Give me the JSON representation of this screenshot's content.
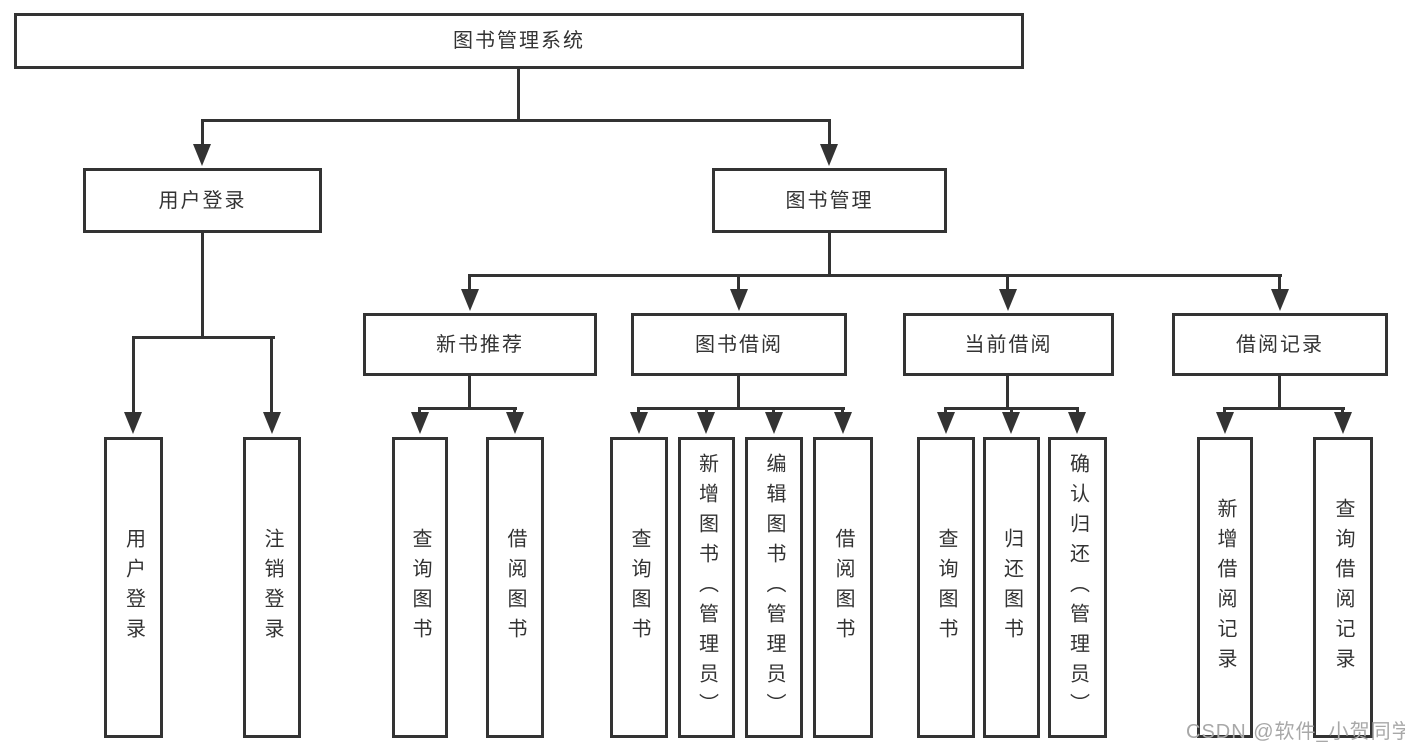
{
  "diagram": {
    "root_label": "图书管理系统",
    "level2": [
      {
        "label": "用户登录",
        "children": [
          "用户登录",
          "注销登录"
        ]
      },
      {
        "label": "图书管理"
      }
    ],
    "level3": [
      {
        "label": "新书推荐",
        "children": [
          "查询图书",
          "借阅图书"
        ]
      },
      {
        "label": "图书借阅",
        "children": [
          "查询图书",
          "新增图书（管理员）",
          "编辑图书（管理员）",
          "借阅图书"
        ]
      },
      {
        "label": "当前借阅",
        "children": [
          "查询图书",
          "归还图书",
          "确认归还（管理员）"
        ]
      },
      {
        "label": "借阅记录",
        "children": [
          "新增借阅记录",
          "查询借阅记录"
        ]
      }
    ]
  },
  "watermark": "CSDN @软件_小贺同学",
  "colors": {
    "line": "#333333",
    "text": "#333333",
    "watermark": "#a8a8a8",
    "background": "#ffffff"
  }
}
